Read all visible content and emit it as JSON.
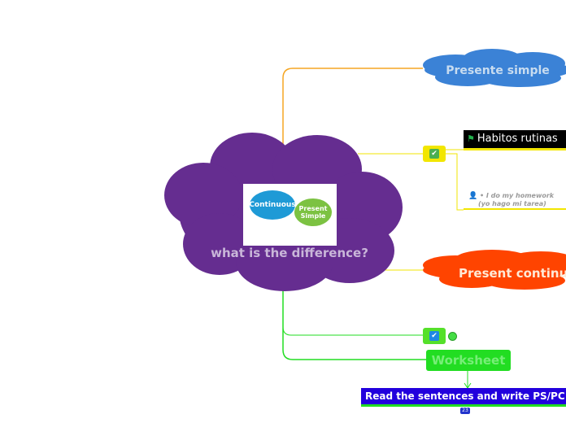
{
  "central": {
    "title": "what is the difference?",
    "image_labels": {
      "continuous": "Continuous",
      "present": "Present",
      "simple": "Simple"
    }
  },
  "nodes": {
    "presente_simple": "Presente simple",
    "habitos": "Habitos rutinas",
    "homework_line1": "• I do my homework",
    "homework_line2": "(yo hago mi tarea)",
    "present_continuous": "Present continu",
    "worksheet": "Worksheet",
    "read_sentences": "Read the sentences and write PS/PC",
    "badge": "23"
  },
  "icons": {
    "check1": "checkbox-icon",
    "check2": "checkbox-icon",
    "flag": "flag-icon",
    "person": "person-icon"
  },
  "colors": {
    "central": "#652d90",
    "presente_simple": "#3b82d6",
    "present_continuous": "#ff4400",
    "orange_line": "#f5a623",
    "yellow_line": "#f2e600",
    "green_line": "#22dd22"
  }
}
